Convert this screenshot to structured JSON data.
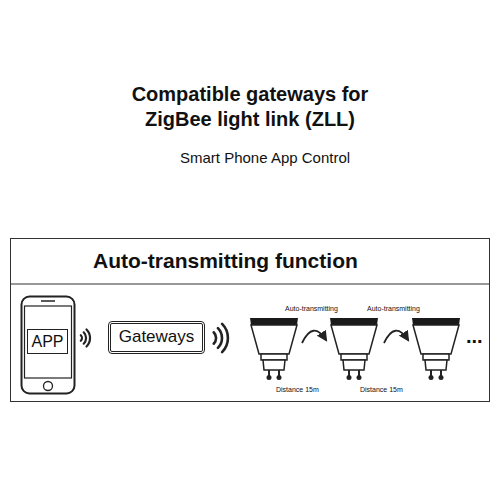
{
  "diagram": {
    "title": "Compatible gateways for ZigBee light link (ZLL)",
    "nodes": [
      {
        "text": [
          "Auto-transmitting function"
        ]
      },
      {
        "text": [
          "APP"
        ],
        "in": 0
      },
      {
        "text": [
          "Gateways"
        ],
        "in": 0
      }
    ],
    "labels": [
      "Smart Phone App Control",
      "Auto-transmitting",
      "Auto-transmitting",
      "Distance 15m",
      "Distance 15m",
      "..."
    ]
  }
}
